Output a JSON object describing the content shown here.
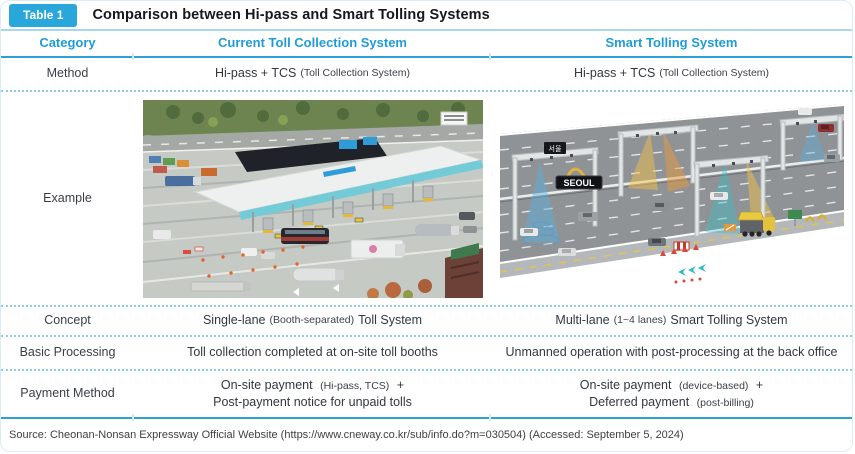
{
  "badge": {
    "label": "Table 1"
  },
  "title": "Comparison between Hi-pass and Smart Tolling Systems",
  "table": {
    "columns": [
      "Category",
      "Current Toll Collection System",
      "Smart Tolling System"
    ],
    "method": {
      "label": "Method",
      "current": {
        "pre": "Hi-pass + TCS",
        "note": "(Toll Collection System)"
      },
      "smart": {
        "pre": "Hi-pass + TCS",
        "note": "(Toll Collection System)"
      }
    },
    "example": {
      "label": "Example",
      "left_image": {
        "description": "Aerial photo of a multi-lane expressway toll plaza with booths and queued vehicles"
      },
      "smart_image": {
        "description": "Isometric illustration of multi-lane smart tolling gantries over a highway",
        "sign_main": "SEOUL",
        "sign_small": "서울"
      }
    },
    "concept": {
      "label": "Concept",
      "current": {
        "pre": "Single-lane",
        "note": "(Booth-separated)",
        "post": "Toll System"
      },
      "smart": {
        "pre": "Multi-lane",
        "note": "(1~4 lanes)",
        "post": "Smart Tolling System"
      }
    },
    "basic_processing": {
      "label": "Basic Processing",
      "current": {
        "pre": "Toll collection completed at on-site toll booths"
      },
      "smart": {
        "pre": "Unmanned operation with post-processing at the back office"
      }
    },
    "payment_method": {
      "label": "Payment Method",
      "current": {
        "line1": {
          "pre": "On-site payment",
          "note": "(Hi-pass, TCS)",
          "post": "+"
        },
        "line2": {
          "pre": "Post-payment notice for unpaid tolls"
        }
      },
      "smart": {
        "line1": {
          "pre": "On-site payment",
          "note": "(device-based)",
          "post": "+"
        },
        "line2": {
          "pre": "Deferred payment",
          "note": "(post-billing)"
        }
      }
    }
  },
  "source": "Source: Cheonan-Nonsan Expressway Official Website (https://www.cneway.co.kr/sub/info.do?m=030504) (Accessed: September 5, 2024)",
  "colors": {
    "badge_bg": "#29a7db",
    "header_text": "#1f9cd8",
    "light_rule": "#a9d7ee",
    "solid_rule": "#2f9fd6",
    "dotted_rule": "#8ccbe8",
    "body_text": "#33373d"
  }
}
